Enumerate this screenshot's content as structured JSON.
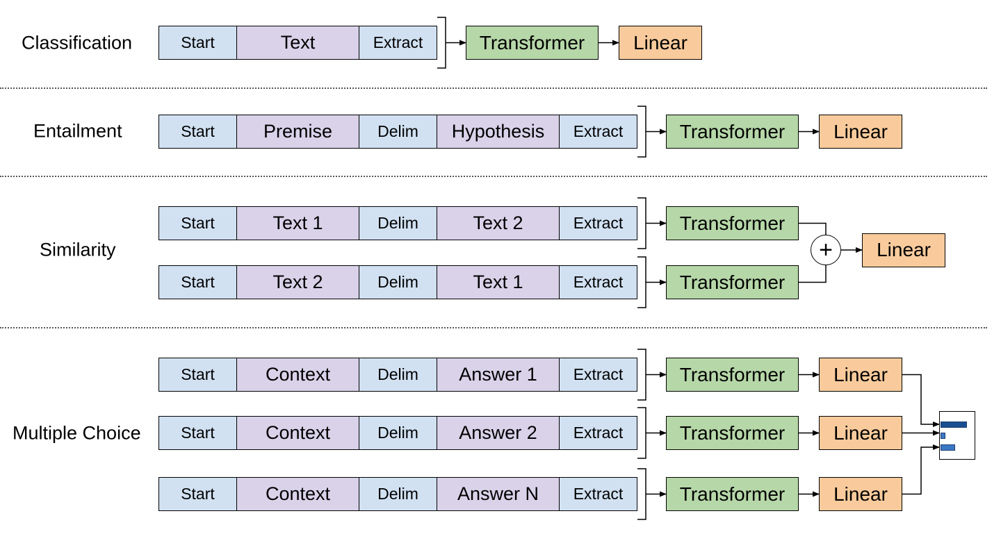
{
  "rows": [
    {
      "label": "Classification",
      "sequences": [
        {
          "tokens": [
            "Start",
            "Text",
            "Extract"
          ],
          "transformer": "Transformer",
          "linear": "Linear"
        }
      ]
    },
    {
      "label": "Entailment",
      "sequences": [
        {
          "tokens": [
            "Start",
            "Premise",
            "Delim",
            "Hypothesis",
            "Extract"
          ],
          "transformer": "Transformer",
          "linear": "Linear"
        }
      ]
    },
    {
      "label": "Similarity",
      "sequences": [
        {
          "tokens": [
            "Start",
            "Text 1",
            "Delim",
            "Text 2",
            "Extract"
          ],
          "transformer": "Transformer"
        },
        {
          "tokens": [
            "Start",
            "Text 2",
            "Delim",
            "Text 1",
            "Extract"
          ],
          "transformer": "Transformer"
        }
      ],
      "combine_symbol": "+",
      "combined_linear": "Linear"
    },
    {
      "label": "Multiple Choice",
      "sequences": [
        {
          "tokens": [
            "Start",
            "Context",
            "Delim",
            "Answer 1",
            "Extract"
          ],
          "transformer": "Transformer",
          "linear": "Linear"
        },
        {
          "tokens": [
            "Start",
            "Context",
            "Delim",
            "Answer 2",
            "Extract"
          ],
          "transformer": "Transformer",
          "linear": "Linear"
        },
        {
          "tokens": [
            "Start",
            "Context",
            "Delim",
            "Answer N",
            "Extract"
          ],
          "transformer": "Transformer",
          "linear": "Linear"
        }
      ],
      "output_icon": "softmax-bar-chart-icon",
      "output_bar_levels": [
        1.0,
        0.18,
        0.55
      ]
    }
  ],
  "colors": {
    "special_token": "#d1e1f2",
    "text_token": "#d9d2e9",
    "transformer": "#b6d7a8",
    "linear": "#f9cb9c",
    "output_bar_dark": "#1a4f8f",
    "output_bar_light": "#3b78c3"
  }
}
